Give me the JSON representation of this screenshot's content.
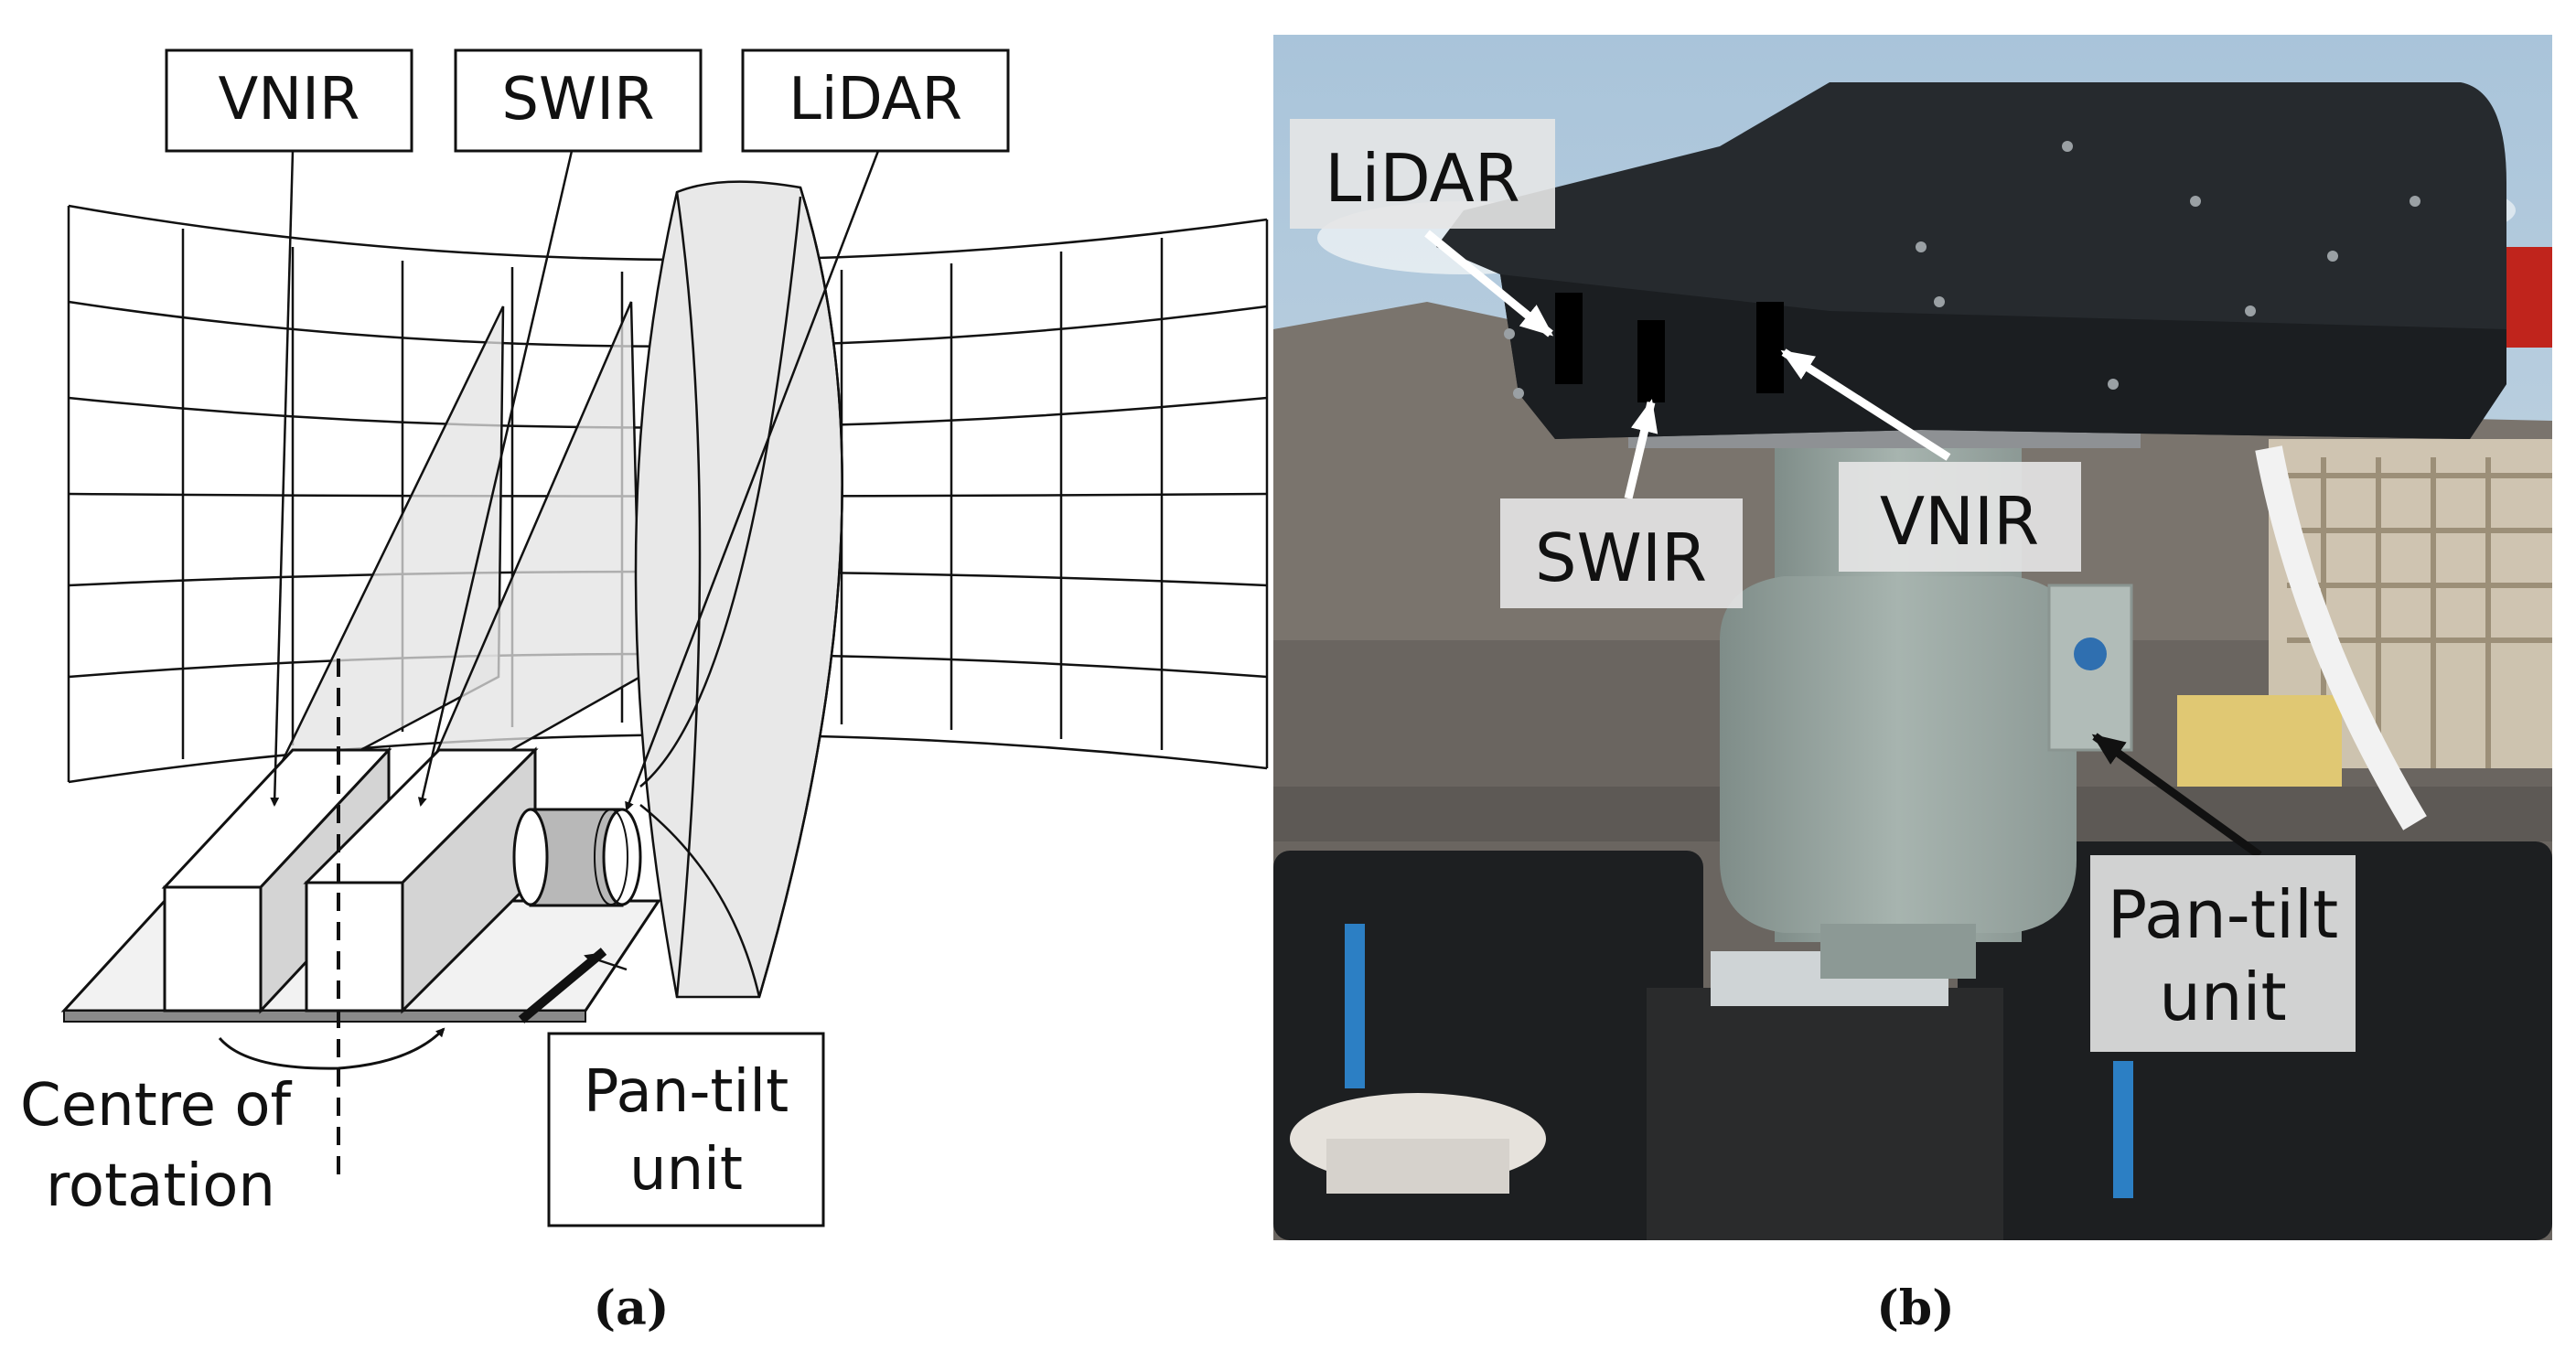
{
  "panel_a": {
    "labels": {
      "vnir": "VNIR",
      "swir": "SWIR",
      "lidar": "LiDAR",
      "pan_tilt_line1": "Pan-tilt",
      "pan_tilt_line2": "unit",
      "centre_line1": "Centre of",
      "centre_line2": "rotation"
    },
    "caption": "(a)"
  },
  "panel_b": {
    "labels": {
      "lidar": "LiDAR",
      "swir": "SWIR",
      "vnir": "VNIR",
      "pan_tilt_line1": "Pan-tilt",
      "pan_tilt_line2": "unit"
    },
    "caption": "(b)"
  },
  "colors": {
    "sky": "#b9cfe0",
    "housing": "#262a2e",
    "pan_tilt_body": "#9aa8a3",
    "ground": "#6f6a64",
    "label_box": "#e6e6e6"
  }
}
